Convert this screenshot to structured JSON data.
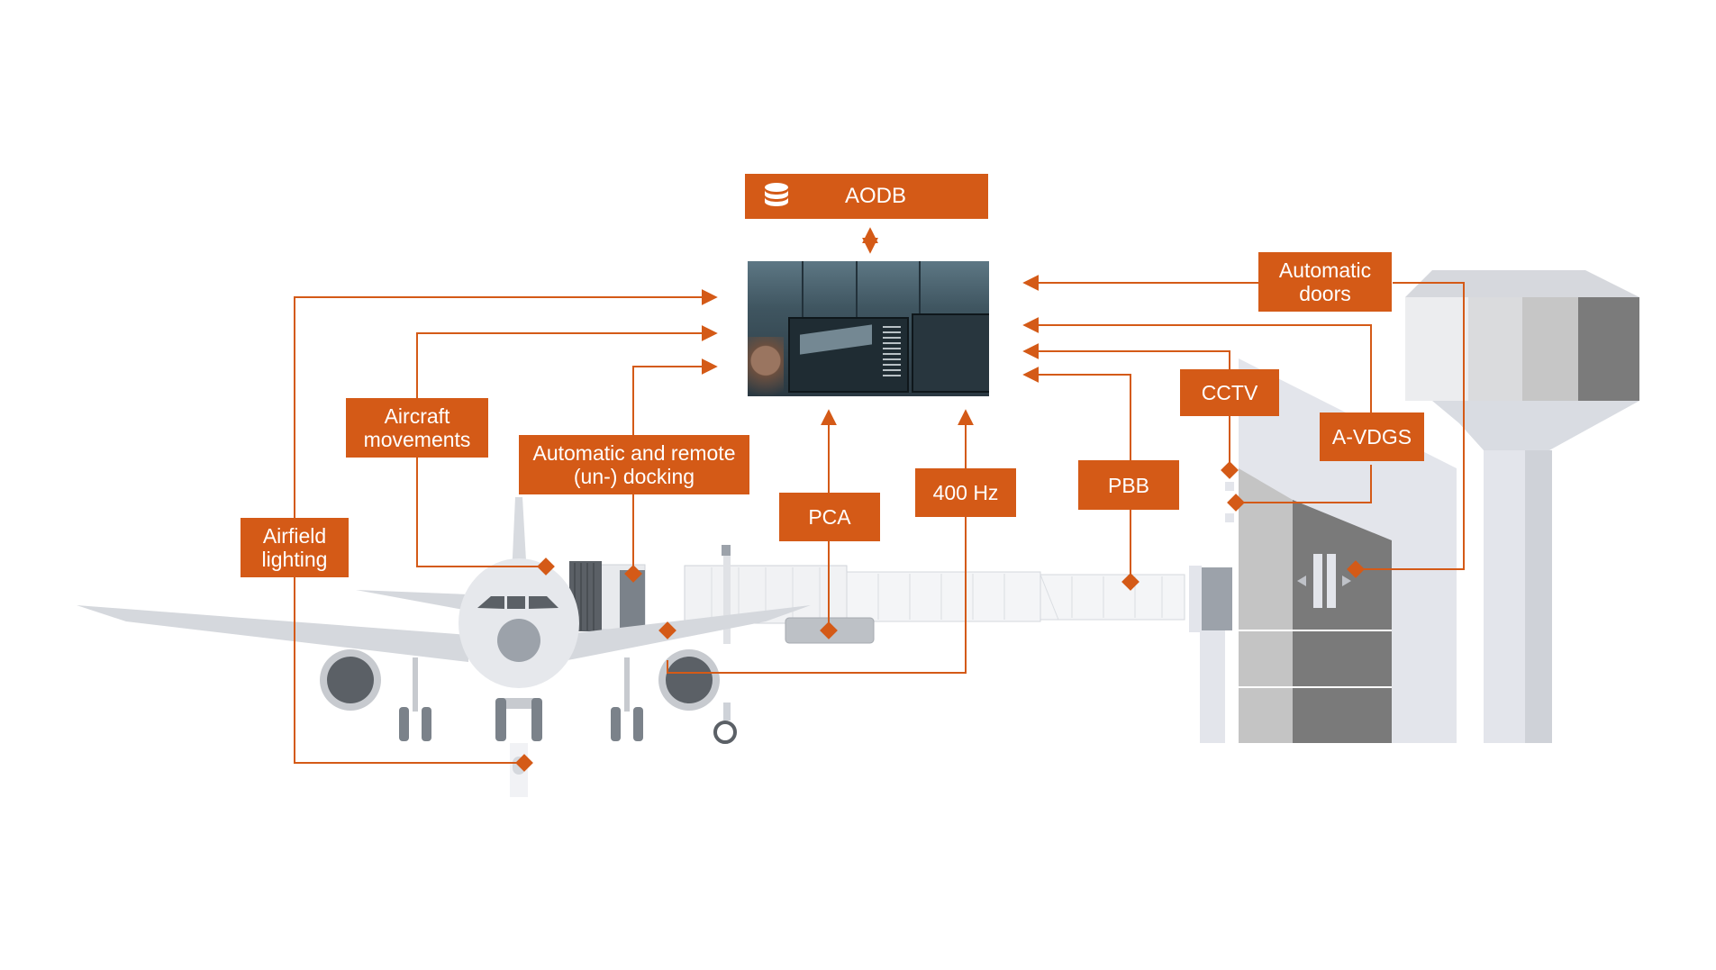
{
  "labels": {
    "aodb": "AODB",
    "automatic_doors": "Automatic\ndoors",
    "cctv": "CCTV",
    "a_vdgs": "A-VDGS",
    "aircraft_movements": "Aircraft\nmovements",
    "automatic_docking": "Automatic and remote\n(un-) docking",
    "airfield_lighting": "Airfield\nlighting",
    "pca": "PCA",
    "hz400": "400 Hz",
    "pbb": "PBB"
  },
  "icons": [
    "database-icon"
  ],
  "colors": {
    "accent": "#D45A17",
    "building_light": "#E3E5EB",
    "building_mid": "#BDBDBD",
    "building_dark": "#7A7A7A",
    "aircraft": "#E6E8EC"
  }
}
